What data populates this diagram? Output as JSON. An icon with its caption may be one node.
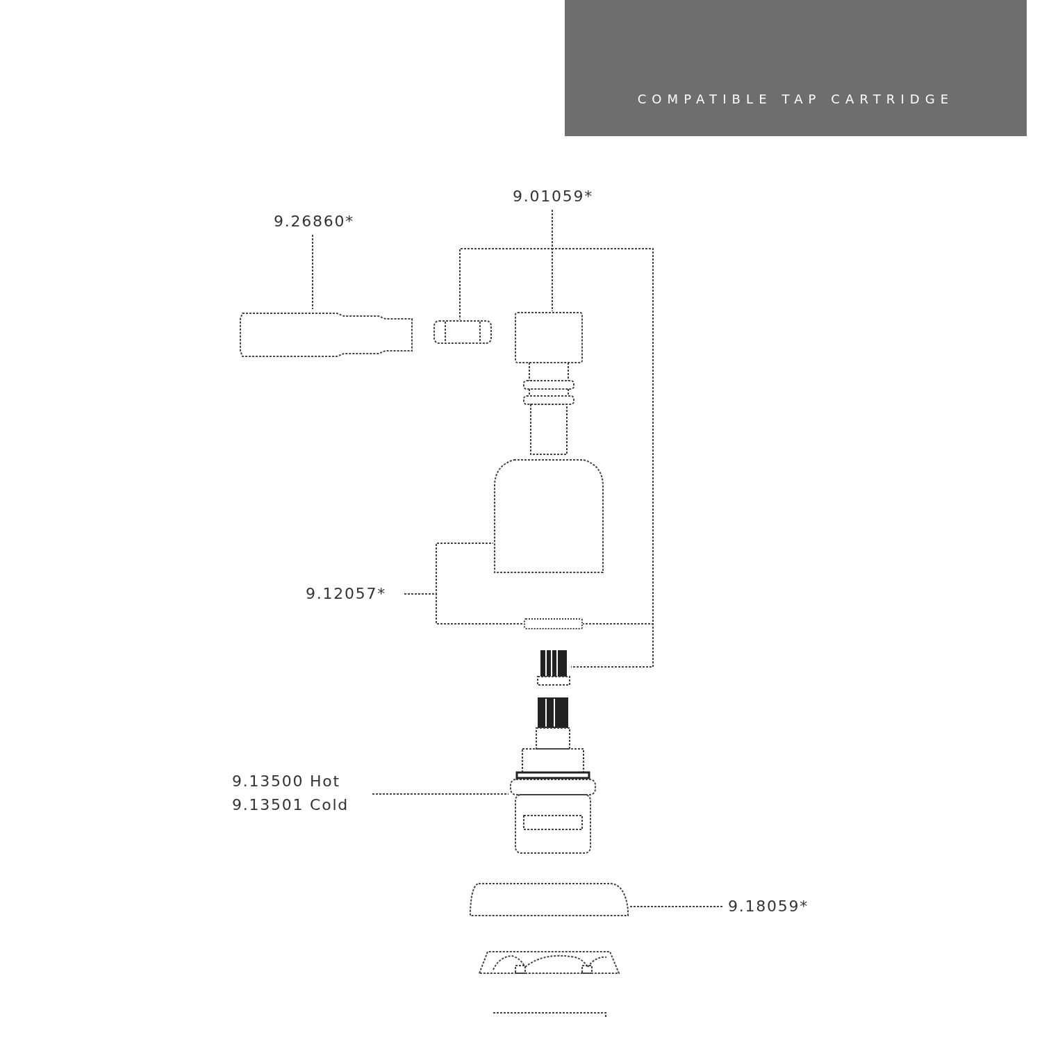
{
  "diagram": {
    "nodes": [
      {
        "text": [
          "9.26860*"
        ]
      },
      {
        "text": [
          "9.01059*"
        ]
      },
      {
        "text": [
          "9.12057*"
        ]
      },
      {
        "text": [
          "9.13500 Hot",
          "9.13501 Cold"
        ]
      },
      {
        "text": [
          "9.18059*"
        ]
      },
      {
        "text": [],
        "shape": "picture"
      },
      {
        "text": [],
        "shape": "picture"
      },
      {
        "text": [],
        "shape": "picture"
      },
      {
        "text": [],
        "shape": "picture"
      },
      {
        "text": [],
        "shape": "box"
      },
      {
        "text": [],
        "shape": "picture"
      },
      {
        "text": [],
        "shape": "picture"
      },
      {
        "text": [],
        "shape": "picture"
      },
      {
        "text": [],
        "shape": "picture"
      },
      {
        "text": [],
        "shape": "picture"
      }
    ],
    "edges": [
      {
        "from": 0,
        "to": 5,
        "arrow": "none"
      },
      {
        "from": 1,
        "to": 7,
        "arrow": "none"
      },
      {
        "from": 1,
        "to": 6,
        "arrow": "none"
      },
      {
        "from": 1,
        "to": 9,
        "arrow": "none"
      },
      {
        "from": 1,
        "to": 10,
        "arrow": "none"
      },
      {
        "from": 2,
        "to": 8,
        "arrow": "none"
      },
      {
        "from": 2,
        "to": 9,
        "arrow": "none"
      },
      {
        "from": 3,
        "to": 11,
        "arrow": "none"
      },
      {
        "from": 4,
        "to": 12,
        "arrow": "none"
      }
    ],
    "labels": [
      "COMPATIBLE TAP CARTRIDGE"
    ]
  }
}
